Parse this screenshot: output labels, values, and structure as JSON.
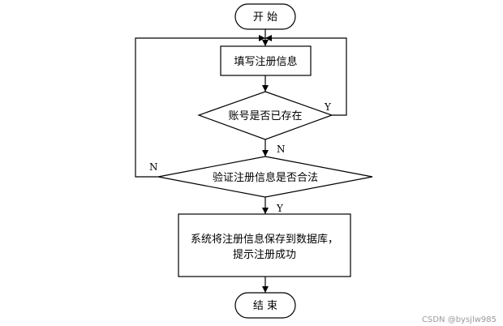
{
  "flowchart": {
    "start_label": "开 始",
    "fill_info_label": "填写注册信息",
    "account_check_label": "账号是否已存在",
    "validate_label": "验证注册信息是否合法",
    "save_lines": [
      "系统将注册信息保存到数据库，",
      "提示注册成功"
    ],
    "end_label": "结 束",
    "yes_label": "Y",
    "no_label": "N"
  },
  "watermark": "CSDN @bysjlw985"
}
